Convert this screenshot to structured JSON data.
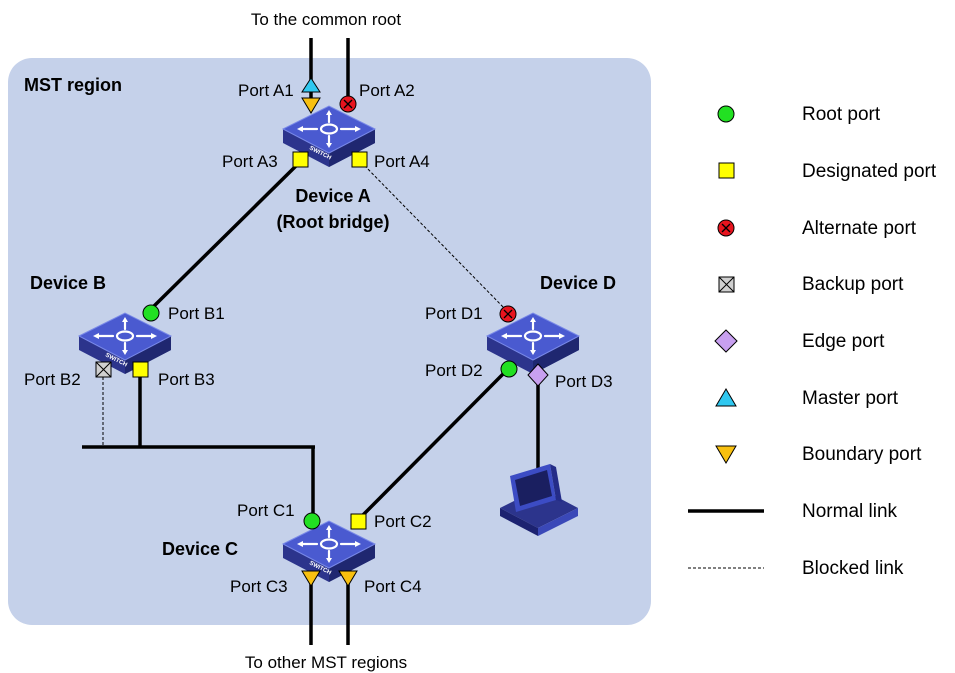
{
  "top_label": "To the common root",
  "bottom_label": "To other MST regions",
  "region_label": "MST region",
  "switch_text": "SWITCH",
  "devices": {
    "a": {
      "name": "Device A",
      "role": "(Root bridge)"
    },
    "b": {
      "name": "Device B"
    },
    "c": {
      "name": "Device C"
    },
    "d": {
      "name": "Device D"
    }
  },
  "ports": {
    "a1": "Port A1",
    "a2": "Port A2",
    "a3": "Port A3",
    "a4": "Port A4",
    "b1": "Port B1",
    "b2": "Port B2",
    "b3": "Port B3",
    "c1": "Port C1",
    "c2": "Port C2",
    "c3": "Port C3",
    "c4": "Port C4",
    "d1": "Port D1",
    "d2": "Port D2",
    "d3": "Port D3"
  },
  "legend": [
    {
      "label": "Root port",
      "icon": "green-circle-icon"
    },
    {
      "label": "Designated port",
      "icon": "yellow-square-icon"
    },
    {
      "label": "Alternate port",
      "icon": "red-x-circle-icon"
    },
    {
      "label": "Backup port",
      "icon": "gray-x-square-icon"
    },
    {
      "label": "Edge port",
      "icon": "purple-diamond-icon"
    },
    {
      "label": "Master port",
      "icon": "cyan-triangle-icon"
    },
    {
      "label": "Boundary port",
      "icon": "orange-down-triangle-icon"
    },
    {
      "label": "Normal link",
      "icon": "solid-line-icon"
    },
    {
      "label": "Blocked link",
      "icon": "dashed-line-icon"
    }
  ],
  "colors": {
    "region_fill": "#c5d1ea",
    "root_port": "#22e022",
    "designated_port": "#ffff00",
    "alternate_port": "#e8141e",
    "backup_port": "#d0d0d0",
    "edge_port": "#c8a0f0",
    "master_port": "#30c8f0",
    "boundary_port": "#f8c010",
    "switch_top": "#4a5ad0",
    "switch_side": "#2c348c"
  }
}
